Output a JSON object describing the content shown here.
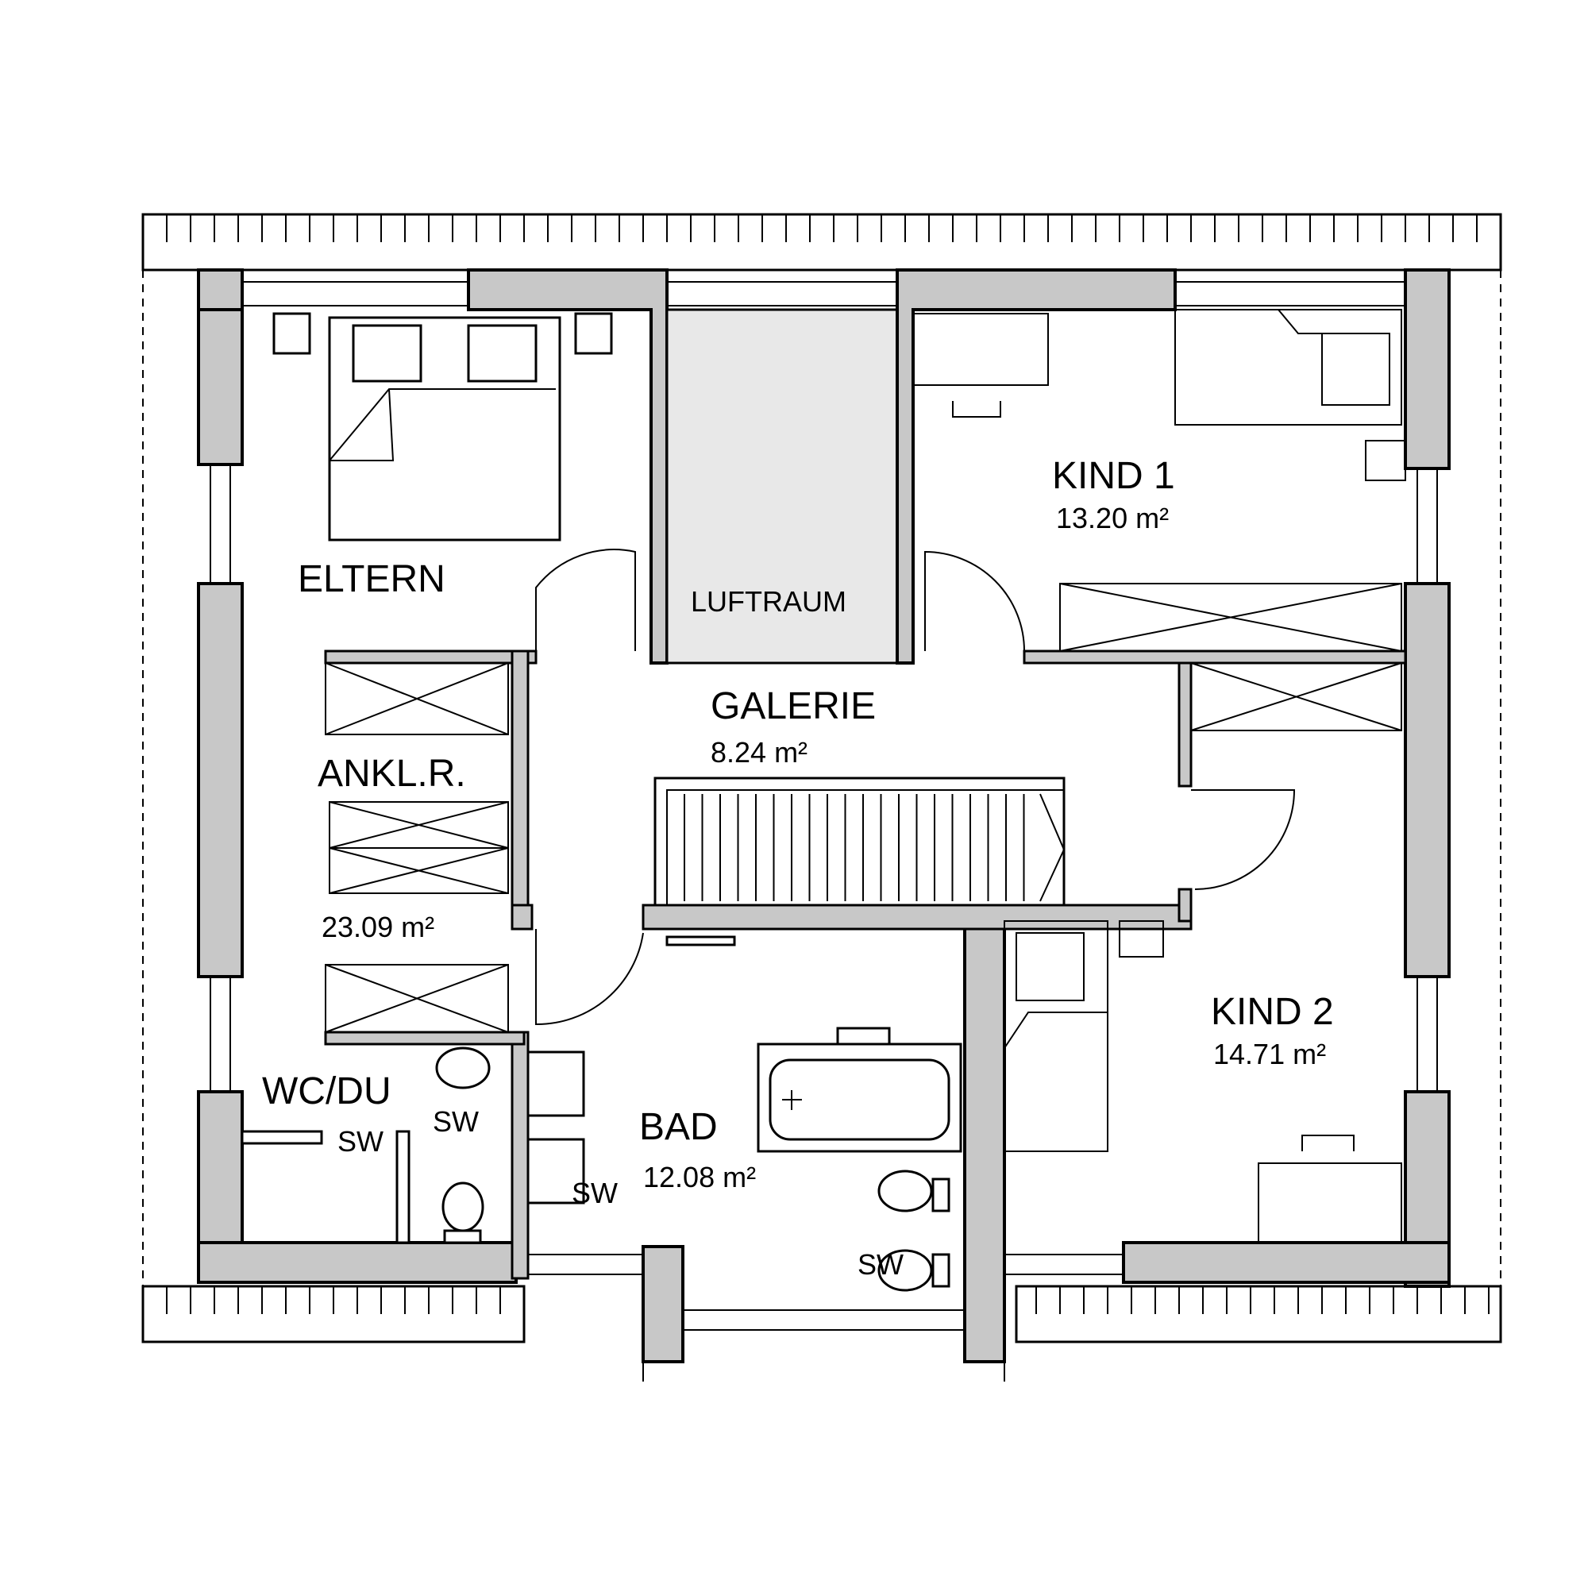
{
  "plan": {
    "rooms": {
      "eltern": {
        "name": "ELTERN"
      },
      "ankleide": {
        "name": "ANKL.R.",
        "area": "23.09 m²"
      },
      "wc": {
        "name": "WC/DU"
      },
      "luftraum": {
        "name": "LUFTRAUM"
      },
      "galerie": {
        "name": "GALERIE",
        "area": "8.24 m²"
      },
      "bad": {
        "name": "BAD",
        "area": "12.08 m²"
      },
      "kind1": {
        "name": "KIND 1",
        "area": "13.20 m²"
      },
      "kind2": {
        "name": "KIND 2",
        "area": "14.71 m²"
      }
    },
    "sw_labels": [
      "SW",
      "SW",
      "SW",
      "SW"
    ],
    "colors": {
      "wall": "#c8c8c8",
      "luftraum": "#e8e8e8",
      "line": "#000000"
    }
  }
}
